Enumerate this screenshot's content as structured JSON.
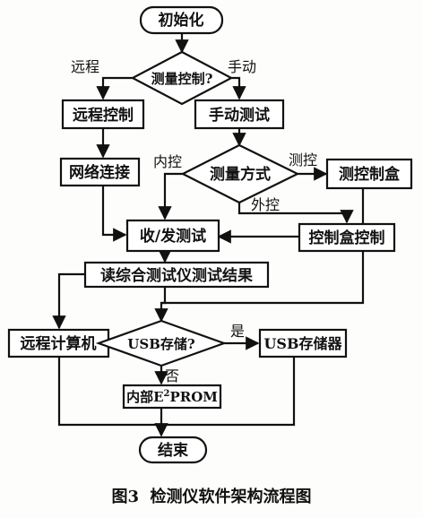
{
  "nodes": {
    "start": "初始化",
    "decision_mode": "测量控制?",
    "remote_control": "远程控制",
    "manual_test": "手动测试",
    "network_connect": "网络连接",
    "decision_method": "测量方式",
    "measure_box": "测控制盒",
    "control_box": "控制盒控制",
    "send_receive": "收/发测试",
    "read_results": "读综合测试仪测试结果",
    "remote_pc": "远程计算机",
    "decision_usb": "USB存储?",
    "usb_storage": "USB存储器",
    "eeprom_prefix": "内部E",
    "eeprom_sup": "2",
    "eeprom_suffix": "PROM",
    "end": "结束"
  },
  "edge_labels": {
    "remote": "远程",
    "manual": "手动",
    "internal": "内控",
    "measure": "测控",
    "external": "外控",
    "yes": "是",
    "no": "否"
  },
  "caption": "图3  检测仪软件架构流程图",
  "colors": {
    "ink": "#111111",
    "paper": "#fdfdfb"
  }
}
